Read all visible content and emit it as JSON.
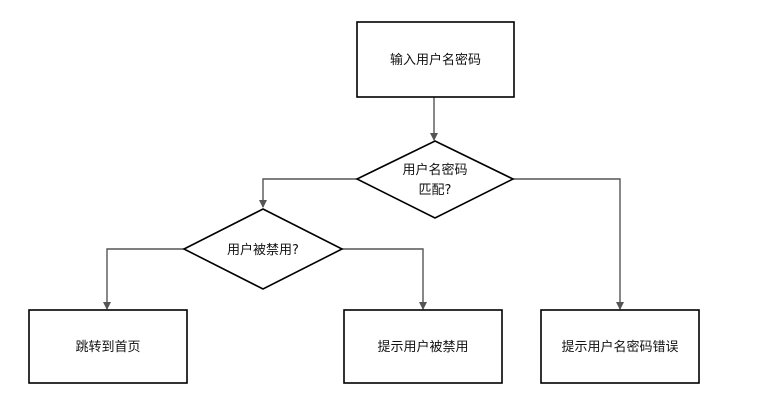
{
  "nodes": {
    "input": {
      "label": "输入用户名密码"
    },
    "match": {
      "line1": "用户名密码",
      "line2": "匹配?"
    },
    "disabled_check": {
      "label": "用户被禁用?"
    },
    "home": {
      "label": "跳转到首页"
    },
    "disabled_notice": {
      "label": "提示用户被禁用"
    },
    "error_notice": {
      "label": "提示用户名密码错误"
    }
  },
  "colors": {
    "stroke": "#000000",
    "connector": "#555555",
    "text": "#111111"
  }
}
